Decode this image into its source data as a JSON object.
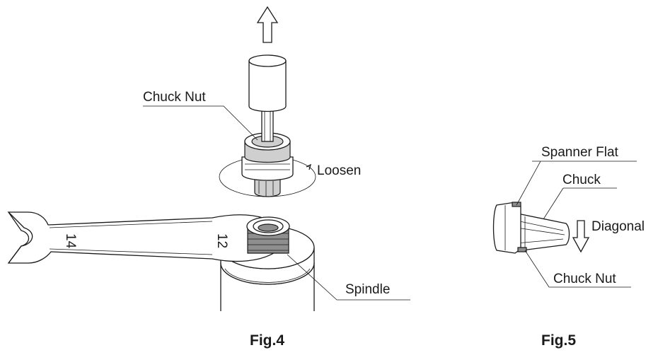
{
  "fig4": {
    "caption": "Fig.4",
    "labels": {
      "chuck_nut": "Chuck Nut",
      "loosen": "Loosen",
      "spindle": "Spindle"
    },
    "wrench_sizes": {
      "left": "14",
      "right": "12"
    }
  },
  "fig5": {
    "caption": "Fig.5",
    "labels": {
      "spanner_flat": "Spanner Flat",
      "chuck": "Chuck",
      "diagonal": "Diagonal",
      "chuck_nut": "Chuck Nut"
    }
  }
}
